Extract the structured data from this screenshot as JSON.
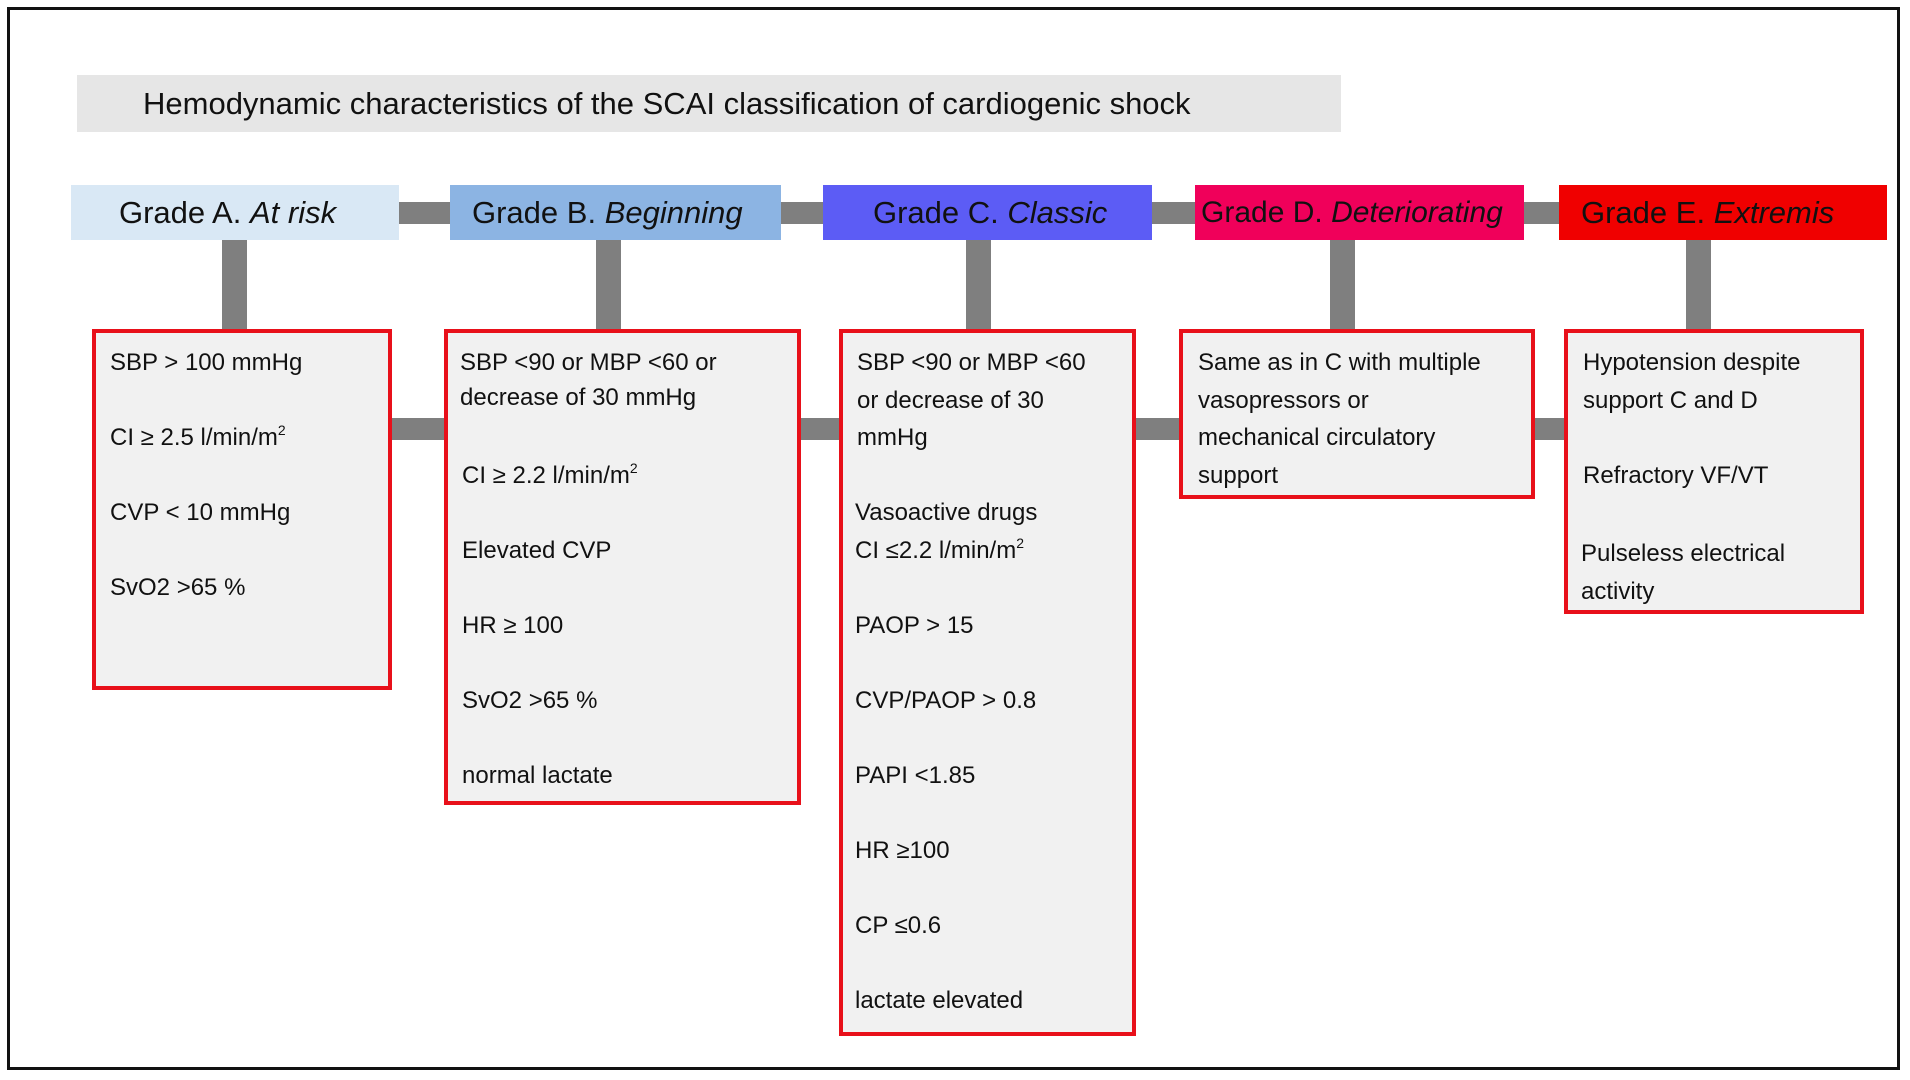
{
  "title": "Hemodynamic characteristics of the SCAI classification of cardiogenic shock",
  "grades": {
    "a": {
      "prefix": "Grade A.",
      "name": "At risk"
    },
    "b": {
      "prefix": "Grade B.",
      "name": "Beginning"
    },
    "c": {
      "prefix": "Grade C.",
      "name": "Classic"
    },
    "d": {
      "prefix": "Grade D.",
      "name": "Deteriorating"
    },
    "e": {
      "prefix": "Grade E.",
      "name": "Extremis"
    }
  },
  "boxes": {
    "a": {
      "sbp": "SBP > 100 mmHg",
      "ci": "CI ≥ 2.5 l/min/m",
      "cvp": "CVP < 10 mmHg",
      "svo2": "SvO2 >65 %"
    },
    "b": {
      "sbp_1": "SBP <90 or MBP <60 or",
      "sbp_2": "decrease of 30 mmHg",
      "ci": "CI ≥ 2.2 l/min/m",
      "cvp": "Elevated CVP",
      "hr": "HR ≥ 100",
      "svo2": "SvO2 >65 %",
      "lactate": "normal lactate"
    },
    "c": {
      "sbp_1": "SBP <90 or MBP <60",
      "sbp_2": "or decrease of 30",
      "sbp_3": "mmHg",
      "drugs": "Vasoactive drugs",
      "ci": "CI ≤2.2 l/min/m",
      "paop": "PAOP > 15",
      "cvp_paop": "CVP/PAOP > 0.8",
      "papi": "PAPI <1.85",
      "hr": "HR ≥100",
      "cp": "CP ≤0.6",
      "lactate": "lactate elevated"
    },
    "d": {
      "line_1": "Same as in C with multiple",
      "line_2": "vasopressors or",
      "line_3": "mechanical circulatory",
      "line_4": "support"
    },
    "e": {
      "hypo_1": "Hypotension despite",
      "hypo_2": "support C and D",
      "vf": "Refractory VF/VT",
      "pea_1": "Pulseless electrical",
      "pea_2": "activity"
    }
  },
  "superscript": "2",
  "colors": {
    "title_bg": "#e6e6e6",
    "grade_a": "#d9e8f5",
    "grade_b": "#8cb4e3",
    "grade_c": "#5c5cf5",
    "grade_d": "#f0005a",
    "grade_e": "#f00000",
    "box_border": "#e8101a",
    "box_bg": "#f1f1f1",
    "connector": "#7f7f7f"
  }
}
